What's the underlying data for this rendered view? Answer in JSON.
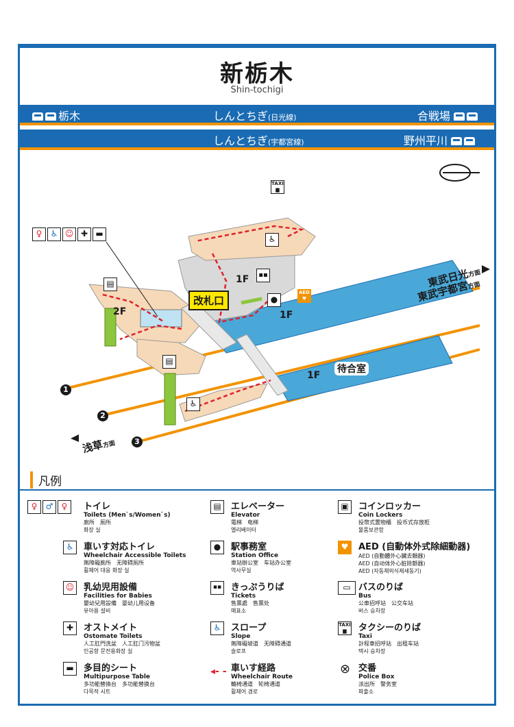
{
  "station": {
    "name_jp": "新栃木",
    "name_en": "Shin-tochigi"
  },
  "bands": {
    "line1": {
      "left": "栃木",
      "center": "しんとちぎ",
      "center_small": "(日光線)",
      "right": "合戦場"
    },
    "line2": {
      "center": "しんとちぎ",
      "center_small": "(宇都宮線)",
      "right": "野州平川"
    }
  },
  "map": {
    "floor_2f": "2F",
    "floor_1f_a": "1F",
    "floor_1f_b": "1F",
    "floor_1f_c": "1F",
    "gate": "改札口",
    "waiting_room": "待合室",
    "dir_right_1": "東武日光",
    "dir_right_2": "東武宇都宮",
    "dir_suffix": "方面",
    "dir_left": "浅草",
    "track_1": "1",
    "track_2": "2",
    "track_3": "3",
    "aed_label": "AED",
    "taxi_label": "TAXI"
  },
  "legend": {
    "title": "凡例",
    "items": [
      {
        "jp": "トイレ",
        "en": "Toilets (Men`s/Women`s)",
        "l1": "廁所　厕所",
        "l2": "화장 실"
      },
      {
        "jp": "車いす対応トイレ",
        "en": "Wheelchair Accessible Toilets",
        "l1": "無障礙廁所　无障碍厕所",
        "l2": "휠체어 대응 화장 실"
      },
      {
        "jp": "乳幼児用設備",
        "en": "Facilities for Babies",
        "l1": "嬰幼兒用設備　婴幼儿用设备",
        "l2": "유아용 설비"
      },
      {
        "jp": "オストメイト",
        "en": "Ostomate Toilets",
        "l1": "人工肛門洗盆　人工肛门污物盆",
        "l2": "인공항 문전용화장 실"
      },
      {
        "jp": "多目的シート",
        "en": "Multipurpose Table",
        "l1": "多功能替換台　多功能替换台",
        "l2": "다목적 시트"
      },
      {
        "jp": "エレベーター",
        "en": "Elevator",
        "l1": "電梯　电梯",
        "l2": "엘리베이터"
      },
      {
        "jp": "駅事務室",
        "en": "Station Office",
        "l1": "車站辦公室　车站办公室",
        "l2": "역사무실"
      },
      {
        "jp": "きっぷうりば",
        "en": "Tickets",
        "l1": "售票處　售票处",
        "l2": "매표소"
      },
      {
        "jp": "スロープ",
        "en": "Slope",
        "l1": "無障礙坡道　无障碍通道",
        "l2": "슬로프"
      },
      {
        "jp": "車いす経路",
        "en": "Wheelchair Route",
        "l1": "輪椅通道　轮椅通道",
        "l2": "휠체어 경로"
      },
      {
        "jp": "コインロッカー",
        "en": "Coin Lockers",
        "l1": "投幣式置物櫃　投币式存放柜",
        "l2": "물품보관함"
      },
      {
        "jp": "AED (自動体外式除細動器)",
        "en": "",
        "l1": "AED (自動體外心臟去顫器)",
        "l2": "AED (自动体外心脏除颤器)",
        "l3": "AED (자동체외식제세동기)"
      },
      {
        "jp": "バスのりば",
        "en": "Bus",
        "l1": "公車招呼站　公交车站",
        "l2": "버스 승차장"
      },
      {
        "jp": "タクシーのりば",
        "en": "Taxi",
        "l1": "計程車招呼站　出租车站",
        "l2": "택시 승차장"
      },
      {
        "jp": "交番",
        "en": "Police Box",
        "l1": "派出所　警务室",
        "l2": "파출소"
      }
    ]
  },
  "colors": {
    "brand_blue": "#1a6bb3",
    "orange": "#f29300",
    "platform": "#4aa8d8",
    "concourse": "#f6d9b8",
    "elevator": "#8cc63f"
  }
}
